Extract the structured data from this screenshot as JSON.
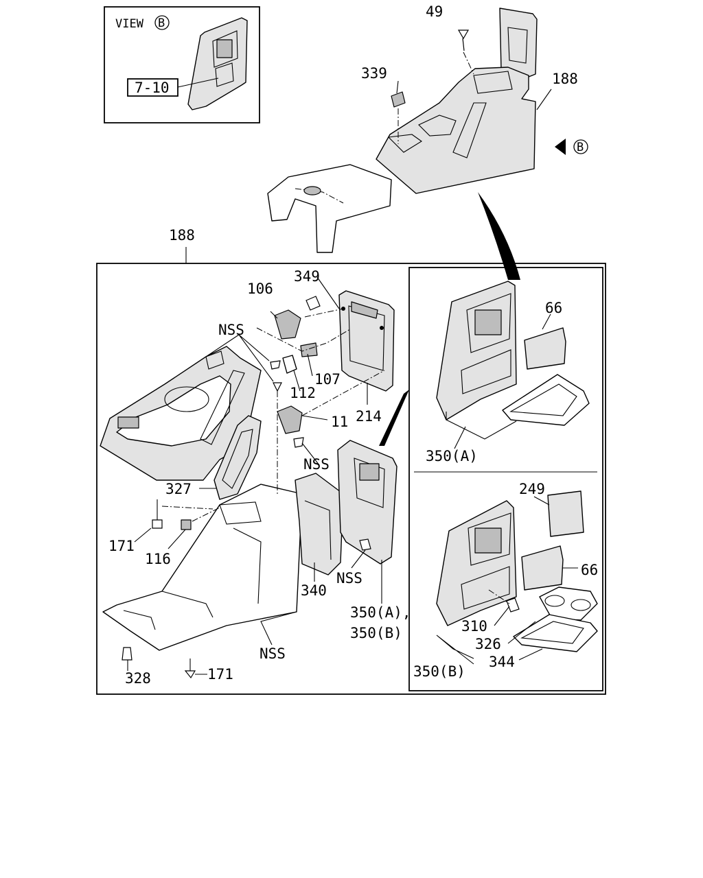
{
  "view_box": {
    "title": "VIEW",
    "view_marker": "B",
    "ref_label": "7-10"
  },
  "arrow_marker": "B",
  "callouts": {
    "c49": "49",
    "c339": "339",
    "c188_top": "188",
    "c188_main": "188",
    "c349": "349",
    "c106": "106",
    "c107": "107",
    "c112": "112",
    "c11": "11",
    "c214": "214",
    "c327": "327",
    "c171_a": "171",
    "c116": "116",
    "c340": "340",
    "c328": "328",
    "c171_b": "171",
    "c350_ab_1": "350(A),",
    "c350_ab_2": "350(B)",
    "nss_1": "NSS",
    "nss_2": "NSS",
    "nss_3": "NSS",
    "nss_4": "NSS",
    "c66_a": "66",
    "c350a": "350(A)",
    "c249": "249",
    "c66_b": "66",
    "c310": "310",
    "c326": "326",
    "c344": "344",
    "c350b": "350(B)"
  }
}
